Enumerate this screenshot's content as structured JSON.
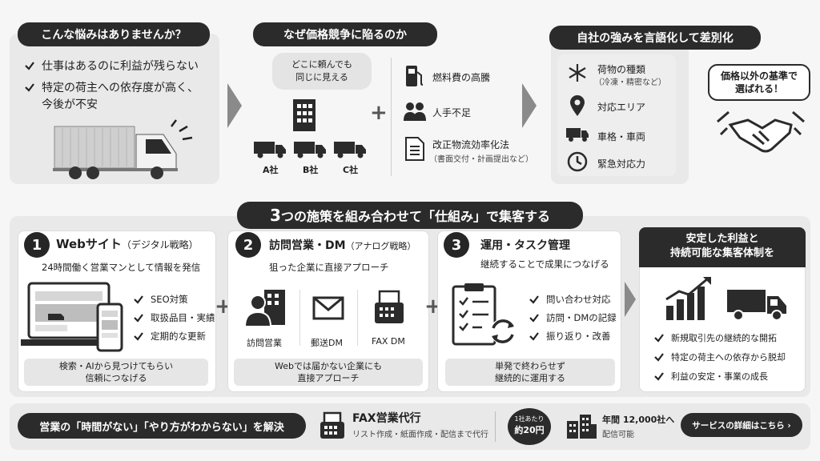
{
  "top": {
    "problems": {
      "title": "こんな悩みはありませんか？",
      "items": [
        "仕事はあるのに利益が残らない",
        "特定の荷主への依存度が高く、",
        "今後が不安"
      ]
    },
    "competition": {
      "title": "なぜ価格競争に陥るのか",
      "bubble": [
        "どこに頼んでも",
        "同じに見える"
      ],
      "companies": [
        "A社",
        "B社",
        "C社"
      ],
      "factors": [
        {
          "label": "燃料費の高騰",
          "sub": ""
        },
        {
          "label": "人手不足",
          "sub": ""
        },
        {
          "label": "改正物流効率化法",
          "sub": "（書面交付・計画提出など）"
        }
      ]
    },
    "strength": {
      "title": "自社の強みを言語化して差別化",
      "items": [
        {
          "label": "荷物の種類",
          "sub": "（冷凍・精密など）",
          "icon": "snowflake-icon"
        },
        {
          "label": "対応エリア",
          "sub": "",
          "icon": "location-pin-icon"
        },
        {
          "label": "車格・車両",
          "sub": "",
          "icon": "truck-icon"
        },
        {
          "label": "緊急対応力",
          "sub": "",
          "icon": "clock-icon"
        }
      ],
      "bubble": [
        "価格以外の基準で",
        "選ばれる！"
      ]
    }
  },
  "middle": {
    "title_num": "3",
    "title_rest": "つの施策を組み合わせて「仕組み」で集客する",
    "cards": [
      {
        "num": "1",
        "title": "Webサイト",
        "title_sub": "（デジタル戦略）",
        "subtitle": "24時間働く営業マンとして情報を発信",
        "checks": [
          "SEO対策",
          "取扱品目・実績",
          "定期的な更新"
        ],
        "footer": [
          "検索・AIから見つけてもらい",
          "信頼につなげる"
        ]
      },
      {
        "num": "2",
        "title": "訪問営業・DM",
        "title_sub": "（アナログ戦略）",
        "subtitle": "狙った企業に直接アプローチ",
        "channels": [
          "訪問営業",
          "郵送DM",
          "FAX DM"
        ],
        "footer": [
          "Webでは届かない企業にも",
          "直接アプローチ"
        ]
      },
      {
        "num": "3",
        "title": "運用・タスク管理",
        "title_sub": "",
        "subtitle": "継続することで成果につなげる",
        "checks": [
          "問い合わせ対応",
          "訪問・DMの記録",
          "振り返り・改善"
        ],
        "footer": [
          "単発で終わらせず",
          "継続的に運用する"
        ]
      }
    ],
    "result": {
      "title": [
        "安定した利益と",
        "持続可能な集客体制を"
      ],
      "checks": [
        "新規取引先の継続的な開拓",
        "特定の荷主への依存から脱却",
        "利益の安定・事業の成長"
      ]
    }
  },
  "bottom": {
    "banner": "営業の「時間がない」「やり方がわからない」を解決",
    "service": "FAX営業代行",
    "service_sub": "リスト作成・紙面作成・配信まで代行",
    "price_top": "1社あたり",
    "price": "約20円",
    "volume": "年間 12,000社へ",
    "volume_sub": "配信可能",
    "cta": "サービスの詳細はこちら ›"
  }
}
